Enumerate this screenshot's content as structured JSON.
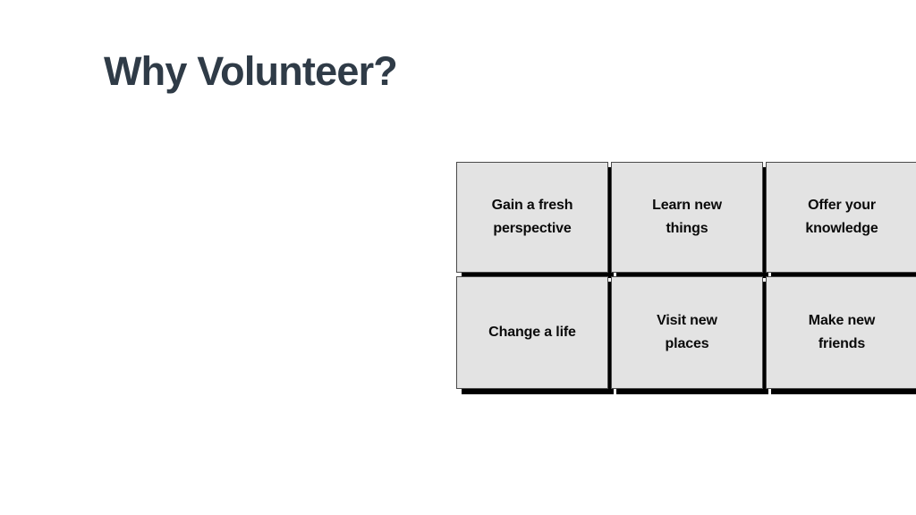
{
  "slide": {
    "title": "Why Volunteer?",
    "background_color": "#ffffff",
    "title_color": "#2f3b47"
  },
  "benefits": {
    "box_fill_color": "#e3e3e3",
    "box_border_color": "#4a4a4a",
    "box_shadow_color": "#000000",
    "text_color": "#0a0a0a",
    "items": [
      {
        "label": "Gain a fresh\nperspective"
      },
      {
        "label": "Learn new\nthings"
      },
      {
        "label": "Offer your\nknowledge"
      },
      {
        "label": "Change a life"
      },
      {
        "label": "Visit new\nplaces"
      },
      {
        "label": "Make new\nfriends"
      }
    ]
  }
}
